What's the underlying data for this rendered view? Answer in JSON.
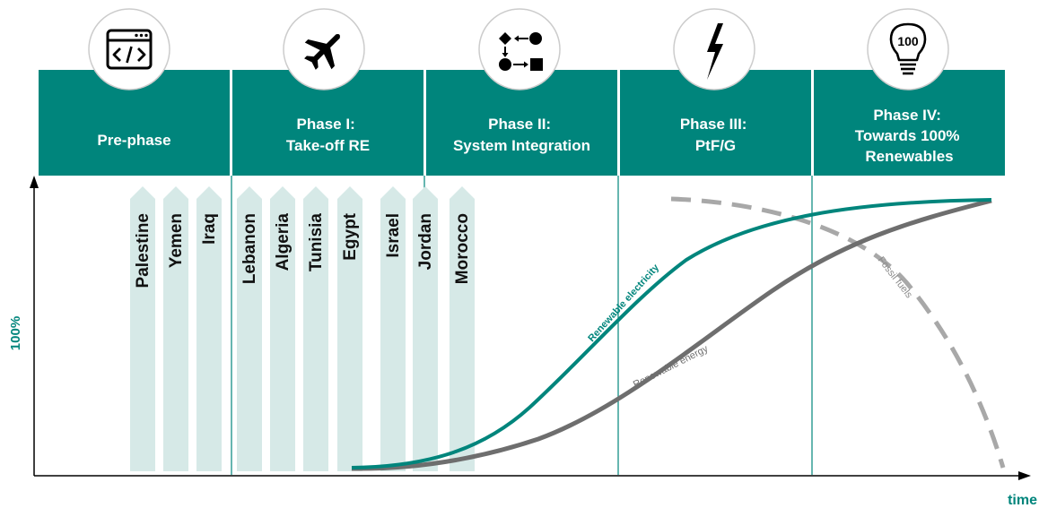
{
  "colors": {
    "teal": "#00857c",
    "arrow_fill": "#d6e9e7",
    "gray": "#6e6e6e",
    "fossil": "#a8a8a8",
    "white": "#ffffff"
  },
  "phases": [
    {
      "id": "pre",
      "label_lines": [
        "Pre-phase"
      ],
      "icon": "code-window-icon"
    },
    {
      "id": "one",
      "label_lines": [
        "Phase I:",
        "Take-off RE"
      ],
      "icon": "airplane-icon"
    },
    {
      "id": "two",
      "label_lines": [
        "Phase II:",
        "System Integration"
      ],
      "icon": "flowchart-icon"
    },
    {
      "id": "three",
      "label_lines": [
        "Phase III:",
        "PtF/G"
      ],
      "icon": "lightning-bolt-icon"
    },
    {
      "id": "four",
      "label_lines": [
        "Phase IV:",
        "Towards 100%",
        "Renewables"
      ],
      "icon": "lightbulb-100-icon"
    }
  ],
  "icons": {
    "bulb_text": "100"
  },
  "countries": [
    "Palestine",
    "Yemen",
    "Iraq",
    "Lebanon",
    "Algeria",
    "Tunisia",
    "Egypt",
    "Israel",
    "Jordan",
    "Morocco"
  ],
  "axes": {
    "y_label": "100%",
    "x_label": "time"
  },
  "curves": {
    "renewable_electricity": "Renewable electricity",
    "renewable_energy": "Renewable energy",
    "fossil_fuels": "Fossil fuels"
  }
}
